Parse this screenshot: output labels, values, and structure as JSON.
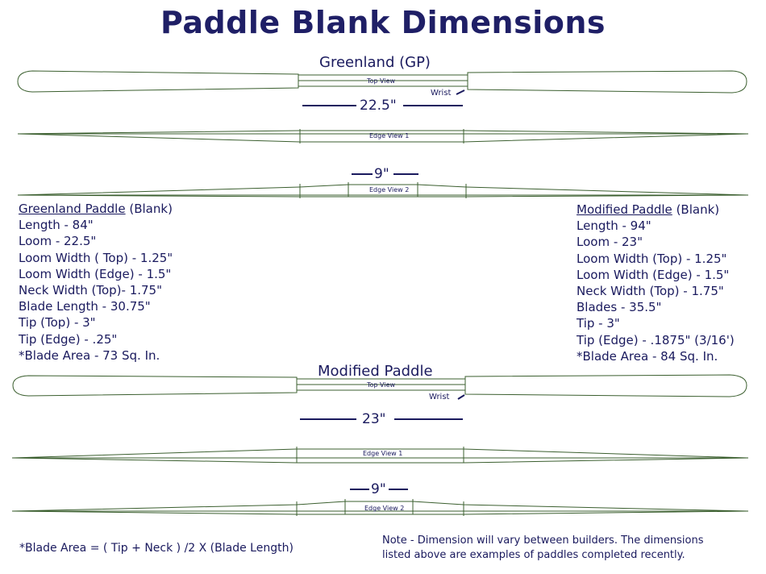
{
  "title": "Paddle Blank Dimensions",
  "greenland": {
    "heading": "Greenland (GP)",
    "top_view": "Top View",
    "wrist": "Wrist",
    "loom_dim": "22.5\"",
    "edge_view_1": "Edge View 1",
    "neck_dim": "9\"",
    "edge_view_2": "Edge View 2"
  },
  "modified": {
    "heading": "Modified Paddle",
    "top_view": "Top View",
    "wrist": "Wrist",
    "loom_dim": "23\"",
    "edge_view_1": "Edge View 1",
    "neck_dim": "9\"",
    "edge_view_2": "Edge View 2"
  },
  "specs_left": {
    "name": "Greenland  Paddle",
    "suffix": "(Blank)",
    "lines": [
      "Length -  84\"",
      "Loom - 22.5\"",
      "Loom Width ( Top) -  1.25\"",
      "Loom Width (Edge) - 1.5\"",
      "Neck Width (Top)-  1.75\"",
      "Blade Length -  30.75\"",
      "Tip (Top) - 3\"",
      "Tip (Edge) - .25\"",
      "*Blade Area -   73 Sq. In."
    ]
  },
  "specs_right": {
    "name": "Modified Paddle",
    "suffix": "(Blank)",
    "lines": [
      "Length -  94\"",
      "Loom - 23\"",
      "Loom Width (Top) -  1.25\"",
      "Loom Width (Edge) - 1.5\"",
      "Neck Width (Top) -  1.75\"",
      "Blades -  35.5\"",
      "Tip - 3\"",
      "Tip (Edge) - .1875\" (3/16')",
      "*Blade Area -   84 Sq. In."
    ]
  },
  "footer": {
    "formula": "*Blade Area = ( Tip + Neck ) /2 X (Blade Length)",
    "note_line1": "Note -  Dimension will vary between builders.  The dimensions",
    "note_line2": "listed above are examples of paddles completed recently."
  }
}
